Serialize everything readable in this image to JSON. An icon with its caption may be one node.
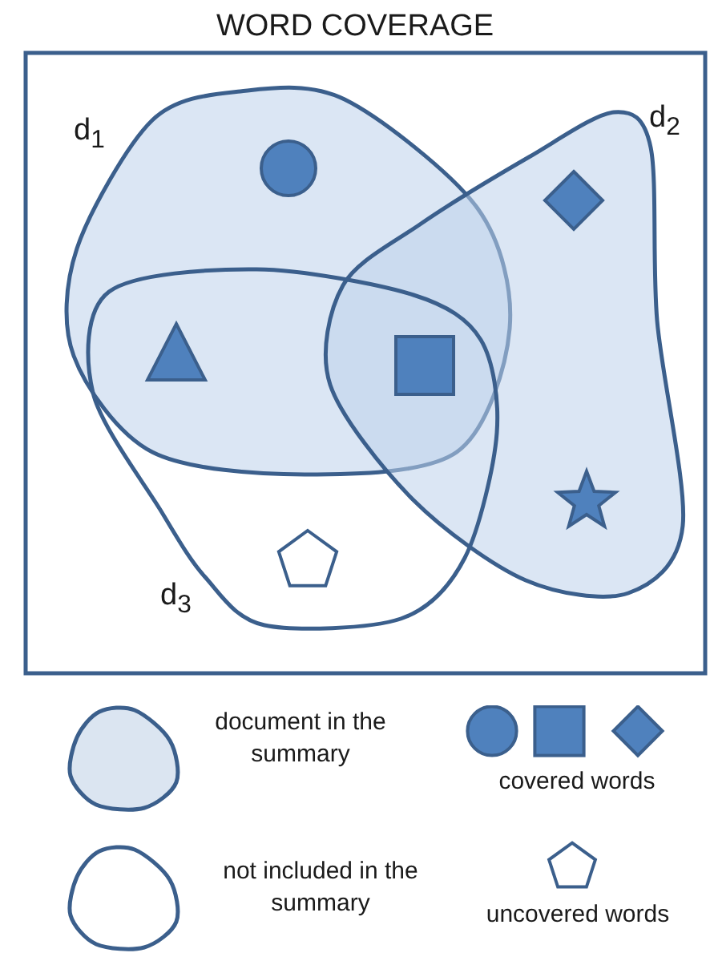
{
  "diagram": {
    "title": "WORD COVERAGE",
    "nodes": [
      {
        "text": [
          "d$_{1}$"
        ]
      },
      {
        "text": [
          "d$_{2}$"
        ]
      },
      {
        "text": [
          "d$_{3}$"
        ]
      }
    ],
    "legend": [
      {
        "text": "document in the summary",
        "color": "#dbe5f1"
      },
      {
        "text": "covered words"
      },
      {
        "text": "not included in the summary"
      },
      {
        "text": "uncovered words"
      }
    ]
  }
}
